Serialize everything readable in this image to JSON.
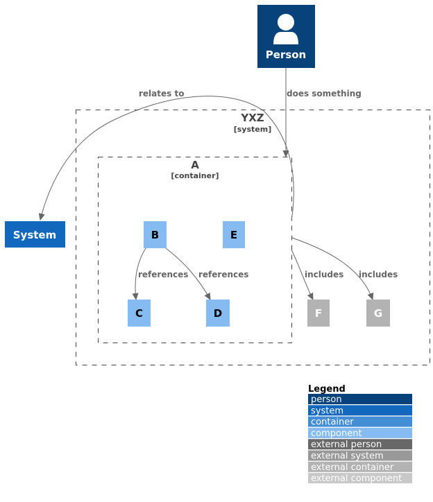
{
  "diagram": {
    "person": {
      "label": "Person",
      "icon": "person-icon",
      "fill": "#08427b",
      "text_color": "#ffffff"
    },
    "system": {
      "label": "System",
      "fill": "#1168bd",
      "text_color": "#ffffff"
    },
    "boundaries": {
      "yxz": {
        "title": "YXZ",
        "type": "[system]"
      },
      "a": {
        "title": "A",
        "type": "[container]"
      }
    },
    "components": {
      "b": {
        "label": "B",
        "fill": "#85bbf0",
        "text_color": "#000000"
      },
      "c": {
        "label": "C",
        "fill": "#85bbf0",
        "text_color": "#000000"
      },
      "d": {
        "label": "D",
        "fill": "#85bbf0",
        "text_color": "#000000"
      },
      "e": {
        "label": "E",
        "fill": "#85bbf0",
        "text_color": "#000000"
      },
      "f": {
        "label": "F",
        "fill": "#b3b3b3",
        "text_color": "#ffffff"
      },
      "g": {
        "label": "G",
        "fill": "#b3b3b3",
        "text_color": "#ffffff"
      }
    },
    "relations": {
      "person_a": "does something",
      "person_system": "relates to",
      "b_c": "references",
      "b_d": "references",
      "a_f": "includes",
      "a_g": "includes"
    }
  },
  "legend": {
    "title": "Legend",
    "items": [
      {
        "label": "person",
        "bg": "#08427b",
        "fg": "#ffffff"
      },
      {
        "label": "system",
        "bg": "#1168bd",
        "fg": "#ffffff"
      },
      {
        "label": "container",
        "bg": "#438dd5",
        "fg": "#ffffff"
      },
      {
        "label": "component",
        "bg": "#85bbf0",
        "fg": "#ffffff"
      },
      {
        "label": "external person",
        "bg": "#686868",
        "fg": "#ffffff"
      },
      {
        "label": "external system",
        "bg": "#999999",
        "fg": "#ffffff"
      },
      {
        "label": "external container",
        "bg": "#b3b3b3",
        "fg": "#ffffff"
      },
      {
        "label": "external component",
        "bg": "#c8c8c8",
        "fg": "#ffffff"
      }
    ]
  }
}
